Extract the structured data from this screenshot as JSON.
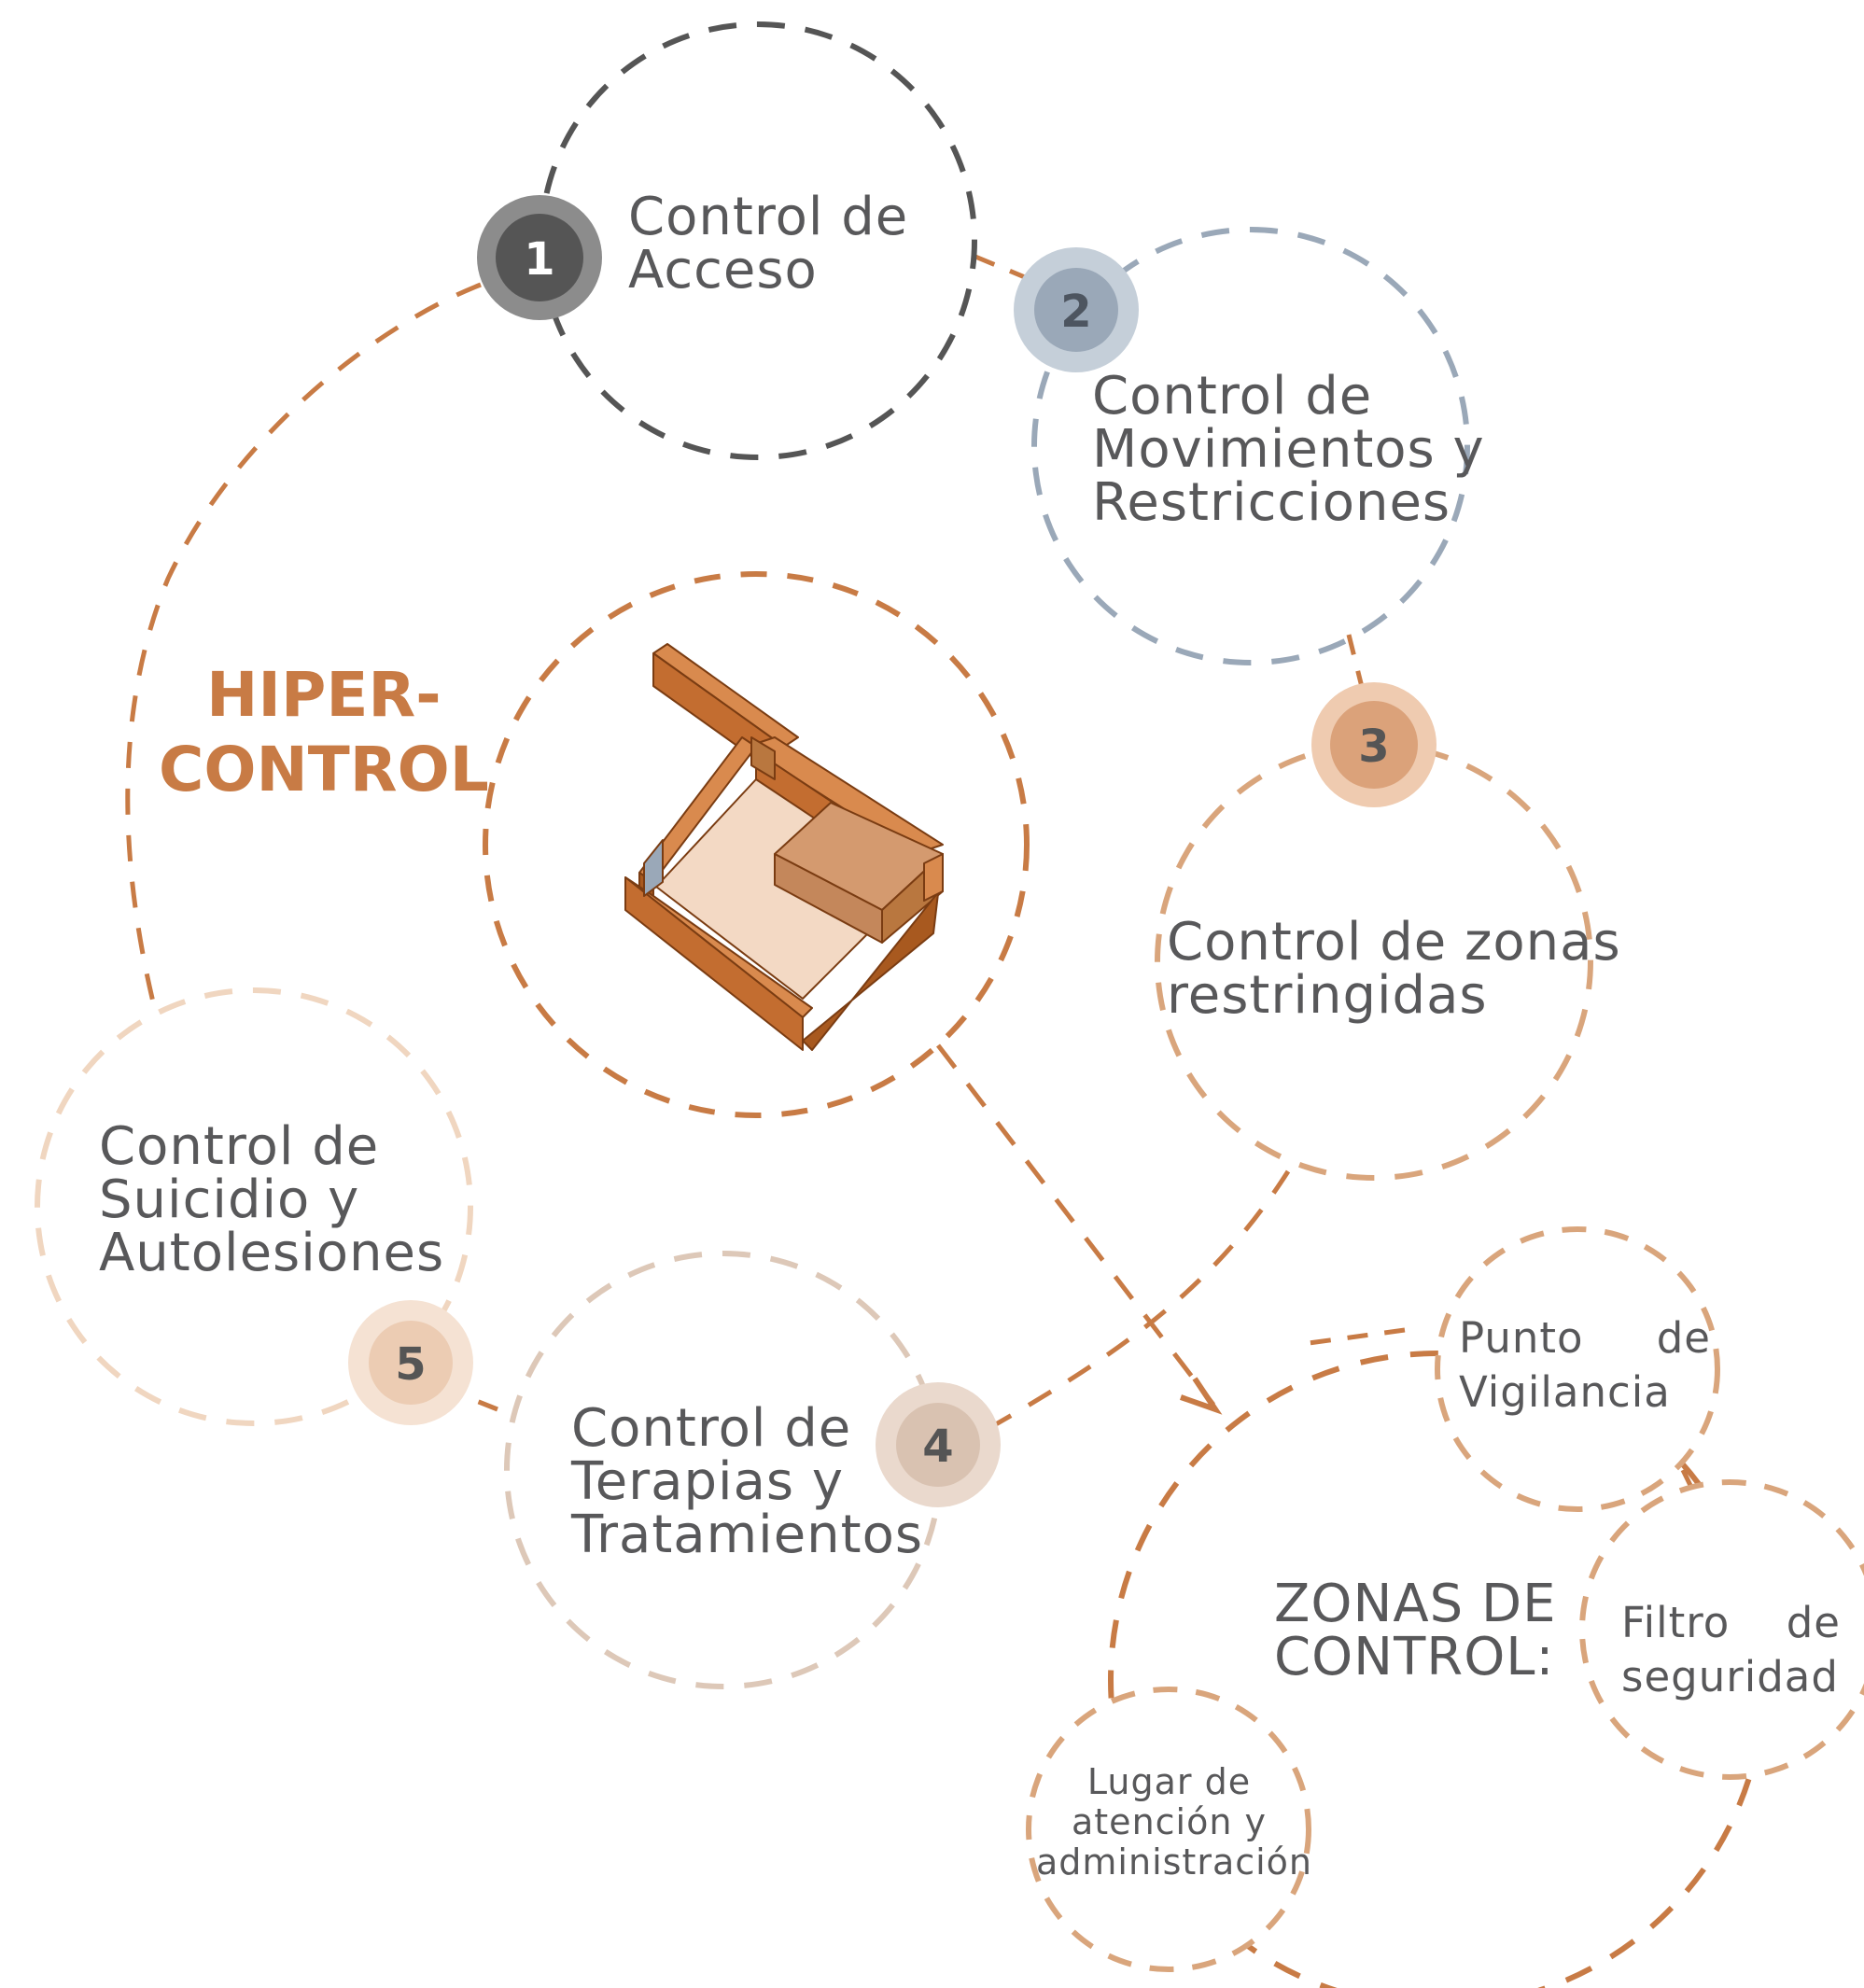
{
  "title": {
    "line1": "HIPER-",
    "line2": "CONTROL"
  },
  "nodes": [
    {
      "number": "1",
      "lines": [
        "Control de",
        "Acceso"
      ]
    },
    {
      "number": "2",
      "lines": [
        "Control de",
        "Movimientos y",
        "Restricciones"
      ]
    },
    {
      "number": "3",
      "lines": [
        "Control de zonas",
        "restringidas"
      ]
    },
    {
      "number": "4",
      "lines": [
        "Control de",
        "Terapias y",
        "Tratamientos"
      ]
    },
    {
      "number": "5",
      "lines": [
        "Control de",
        "Suicidio y",
        "Autolesiones"
      ]
    }
  ],
  "zones": {
    "title_line1": "ZONAS DE",
    "title_line2": "CONTROL:",
    "items": [
      {
        "lines": [
          "Punto de",
          "Vigilancia"
        ]
      },
      {
        "lines": [
          "Filtro de",
          "seguridad"
        ]
      },
      {
        "lines": [
          "Lugar de",
          "atención y",
          "administración"
        ]
      }
    ]
  },
  "colors": {
    "orange": "#c87b45",
    "orange_light": "#d9a57c",
    "peach": "#f0d6c0",
    "beige": "#ddc8b8",
    "dark_gray": "#555555",
    "blue_gray": "#9aa8b8",
    "text": "#58585a"
  }
}
